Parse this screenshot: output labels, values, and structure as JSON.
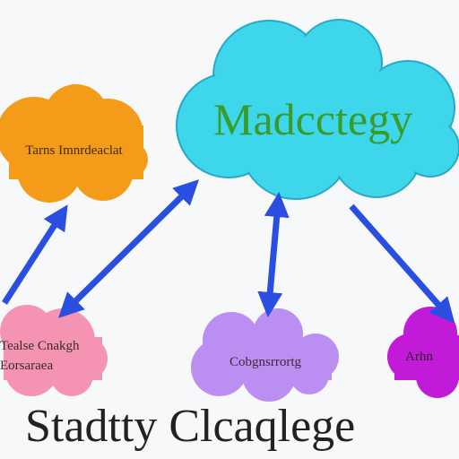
{
  "colors": {
    "main_cloud": "#3ed6ea",
    "main_cloud_edge": "#2aa8c8",
    "orange_cloud": "#f59b1a",
    "pink_cloud": "#f594b2",
    "purple_cloud": "#bb8ff2",
    "magenta_cloud": "#c11bd8",
    "arrow_blue": "#2a4fe0"
  },
  "nodes": {
    "main": {
      "label": "Madcctegy"
    },
    "orange": {
      "label": "Tarns Imnrdeaclat"
    },
    "pink": {
      "label_line1": "Tealse Cnakgh",
      "label_line2": "Eorsaraea"
    },
    "purple": {
      "label": "Cobgnsrrortg"
    },
    "magenta": {
      "label": "Arhn"
    }
  },
  "footer": {
    "title": "Stadtty Clcaqlege"
  }
}
